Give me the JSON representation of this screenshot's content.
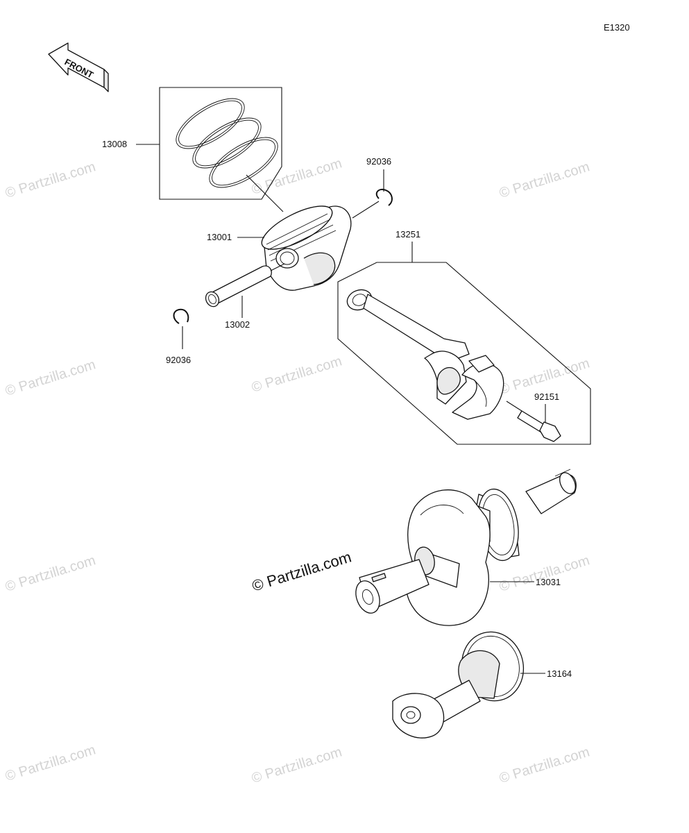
{
  "diagram_code": "E1320",
  "front_label": "FRONT",
  "watermark_main": "© Partzilla.com",
  "watermark_repeat": "© Partzilla.com",
  "parts": [
    {
      "id": "13008",
      "name": "piston-ring-set"
    },
    {
      "id": "92036",
      "name": "piston-pin-clip"
    },
    {
      "id": "13001",
      "name": "piston"
    },
    {
      "id": "13002",
      "name": "piston-pin"
    },
    {
      "id": "92036",
      "name": "piston-pin-clip-lower"
    },
    {
      "id": "13251",
      "name": "connecting-rod-assembly"
    },
    {
      "id": "92151",
      "name": "connecting-rod-bolt"
    },
    {
      "id": "13031",
      "name": "crankshaft"
    },
    {
      "id": "13164",
      "name": "balancer-shaft"
    }
  ]
}
